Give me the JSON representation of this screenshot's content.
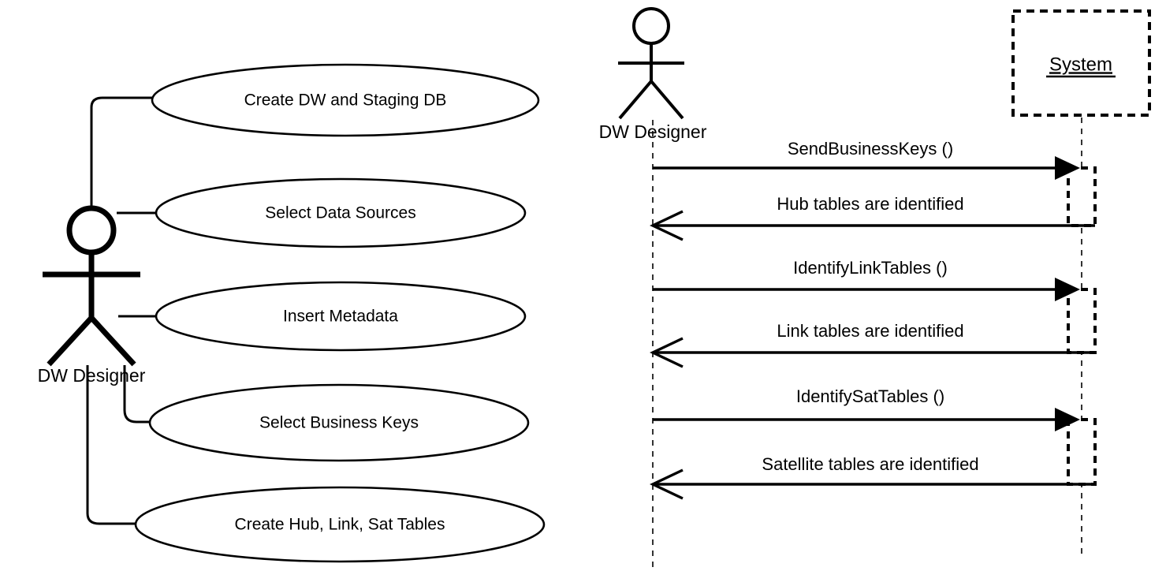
{
  "diagram": {
    "title": "UML Use Case and Sequence Diagram",
    "stroke_color": "#000000",
    "background_color": "#ffffff"
  },
  "use_case_diagram": {
    "actor": {
      "name": "dw-designer-actor",
      "label": "DW Designer"
    },
    "use_cases": [
      {
        "id": "uc1",
        "label": "Create DW and Staging DB"
      },
      {
        "id": "uc2",
        "label": "Select Data Sources"
      },
      {
        "id": "uc3",
        "label": "Insert Metadata"
      },
      {
        "id": "uc4",
        "label": "Select Business Keys"
      },
      {
        "id": "uc5",
        "label": "Create Hub, Link, Sat Tables"
      }
    ]
  },
  "sequence_diagram": {
    "actor": {
      "name": "dw-designer-lifeline-actor",
      "label": "DW Designer"
    },
    "system": {
      "name": "system-object",
      "label": "System"
    },
    "messages": [
      {
        "id": "m1",
        "label": "SendBusinessKeys ()",
        "direction": "request"
      },
      {
        "id": "m2",
        "label": "Hub tables are identified",
        "direction": "response"
      },
      {
        "id": "m3",
        "label": "IdentifyLinkTables ()",
        "direction": "request"
      },
      {
        "id": "m4",
        "label": "Link tables are identified",
        "direction": "response"
      },
      {
        "id": "m5",
        "label": "IdentifySatTables ()",
        "direction": "request"
      },
      {
        "id": "m6",
        "label": "Satellite tables are identified",
        "direction": "response"
      }
    ]
  }
}
